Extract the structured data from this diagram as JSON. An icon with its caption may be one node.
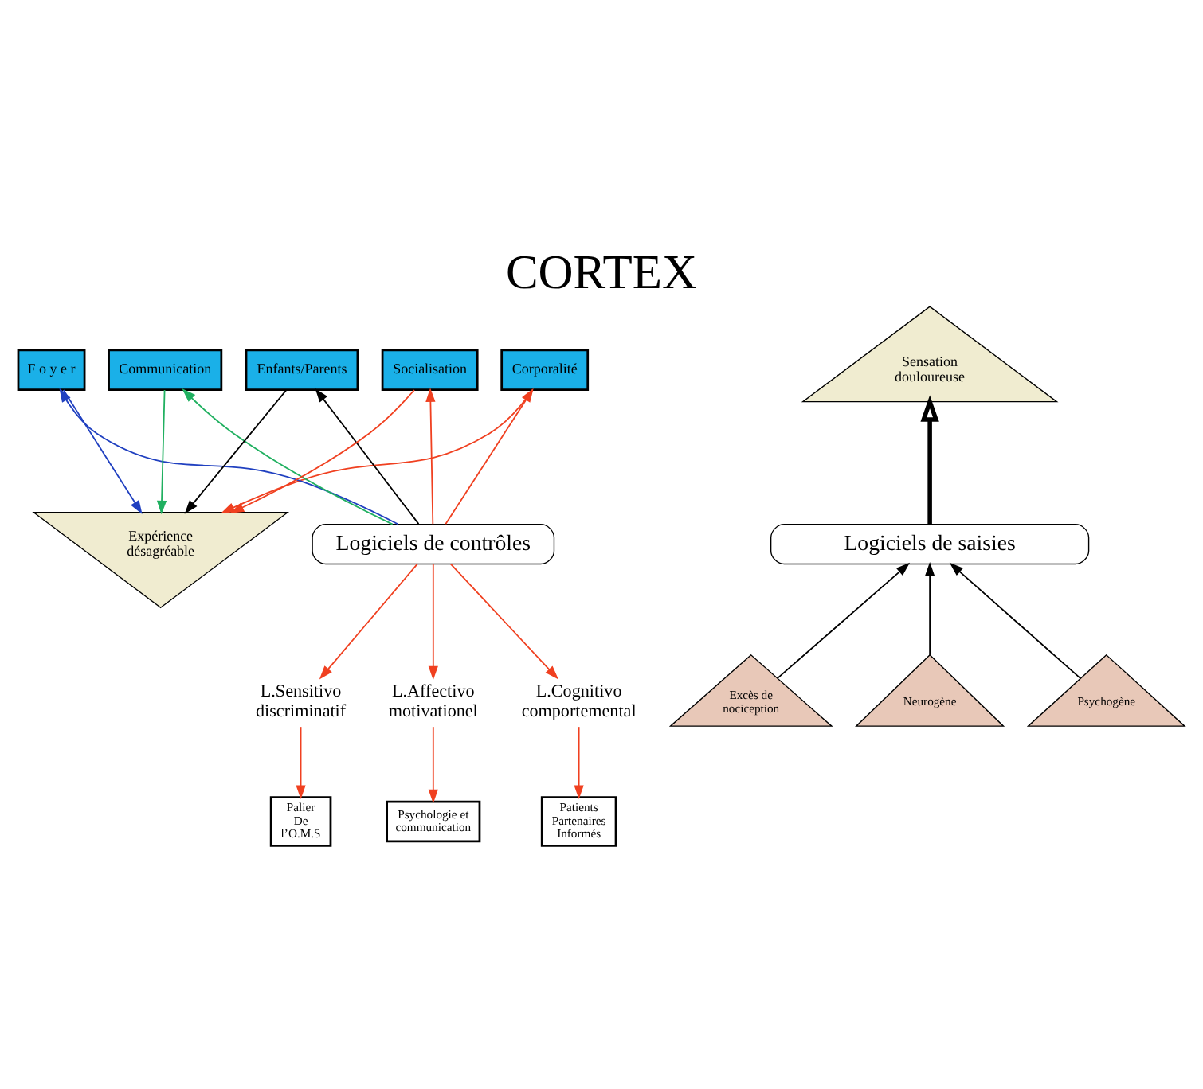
{
  "diagram": {
    "title": "CORTEX",
    "nodes": [
      {
        "text": [
          "Corporalité"
        ]
      },
      {
        "text": [
          "F o y e r"
        ]
      },
      {
        "text": [
          "Communication"
        ]
      },
      {
        "text": [
          "Enfants/Parents"
        ]
      },
      {
        "text": [
          "Socialisation"
        ]
      },
      {
        "text": [
          "Expérience désagréable"
        ]
      },
      {
        "text": [
          "Sensation douloureuse"
        ]
      },
      {
        "text": [
          "Logiciels de contrôles"
        ]
      },
      {
        "text": [
          "Logiciels de saisies"
        ]
      },
      {
        "text": [
          "L.Sensitivo discriminatif"
        ]
      },
      {
        "text": [
          "L.Affectivo motivationel"
        ]
      },
      {
        "text": [
          "L.Cognitivo comportemental"
        ]
      },
      {
        "text": [
          "Palier De l’O.M.S"
        ]
      },
      {
        "text": [
          "Psychologie et communication"
        ]
      },
      {
        "text": [
          "Patients Partenaires Informés"
        ]
      },
      {
        "text": [
          "Excès de nociception"
        ]
      },
      {
        "text": [
          "Neurogène"
        ]
      },
      {
        "text": [
          "Psychogène"
        ]
      }
    ],
    "edges": [
      {
        "from": 0,
        "to": 5,
        "arrow": "to"
      },
      {
        "from": 1,
        "to": 5,
        "arrow": "to",
        "color": "#2040c0"
      },
      {
        "from": 2,
        "to": 5,
        "arrow": "to",
        "color": "#20b060"
      },
      {
        "from": 3,
        "to": 5,
        "arrow": "to",
        "color": "#000000"
      },
      {
        "from": 4,
        "to": 5,
        "arrow": "to"
      },
      {
        "from": 7,
        "to": 0,
        "arrow": "to"
      },
      {
        "from": 7,
        "to": 1,
        "arrow": "to",
        "color": "#2040c0"
      },
      {
        "from": 7,
        "to": 2,
        "arrow": "to",
        "color": "#20b060"
      },
      {
        "from": 7,
        "to": 3,
        "arrow": "to",
        "color": "#000000"
      },
      {
        "from": 7,
        "to": 4,
        "arrow": "to"
      },
      {
        "from": 7,
        "to": 9,
        "arrow": "to"
      },
      {
        "from": 7,
        "to": 10,
        "arrow": "to"
      },
      {
        "from": 7,
        "to": 11,
        "arrow": "to"
      },
      {
        "from": 9,
        "to": 12,
        "arrow": "to"
      },
      {
        "from": 10,
        "to": 13,
        "arrow": "to"
      },
      {
        "from": 11,
        "to": 14,
        "arrow": "to"
      },
      {
        "from": 8,
        "to": 6,
        "arrow": "to",
        "style": "thick",
        "color": "#000000"
      },
      {
        "from": 15,
        "to": 8,
        "arrow": "to",
        "color": "#000000"
      },
      {
        "from": 16,
        "to": 8,
        "arrow": "to",
        "color": "#000000"
      },
      {
        "from": 17,
        "to": 8,
        "arrow": "to",
        "color": "#000000"
      }
    ]
  }
}
